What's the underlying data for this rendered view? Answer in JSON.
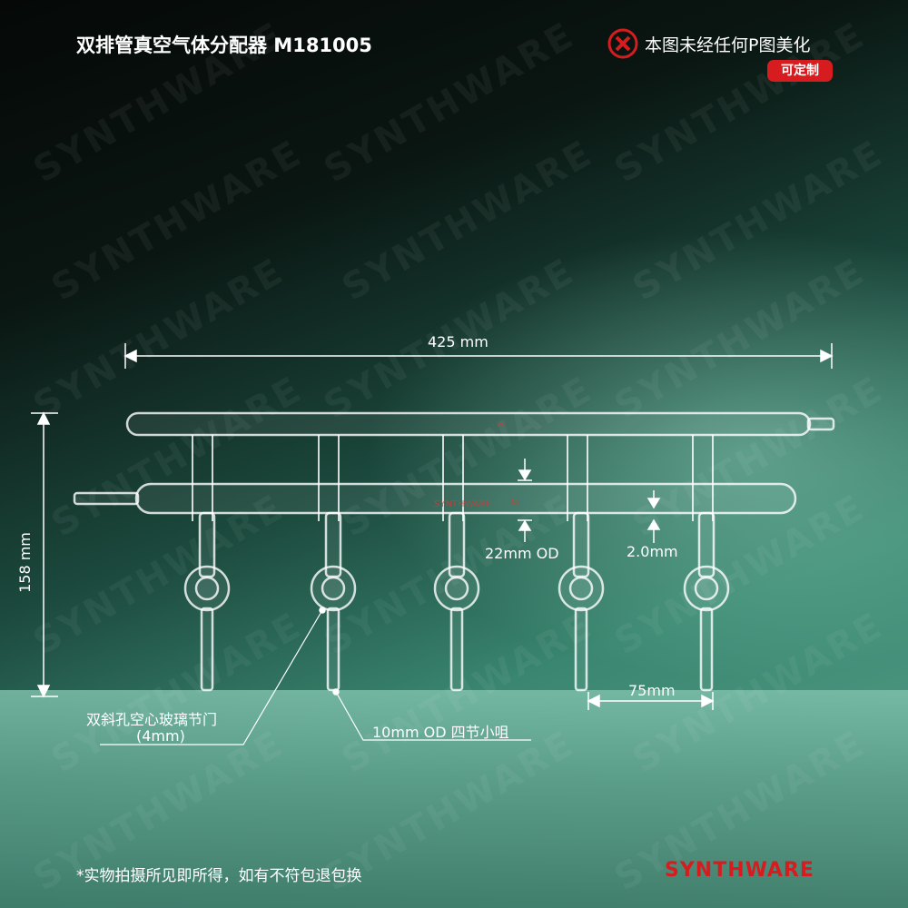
{
  "header": {
    "title": "双排管真空气体分配器 M181005",
    "notice": "本图未经任何P图美化",
    "custom_badge": "可定制"
  },
  "watermark": "SYNTHWARE",
  "dimensions": {
    "length": "425 mm",
    "height": "158 mm",
    "tube_od": "22mm OD",
    "wall": "2.0mm",
    "spacing": "75mm"
  },
  "callouts": {
    "stopcock_line1": "双斜孔空心玻璃节门",
    "stopcock_line2": "(4mm)",
    "hose": "10mm OD 四节小咀"
  },
  "product_marks": {
    "brand": "SYNTHWARE",
    "n2": "N₂",
    "vac": "VAC"
  },
  "footer": {
    "disclaimer": "*实物拍摄所见即所得，如有不符包退包换",
    "logo": "SYNTHWARE"
  },
  "colors": {
    "accent": "#d71c1f"
  }
}
